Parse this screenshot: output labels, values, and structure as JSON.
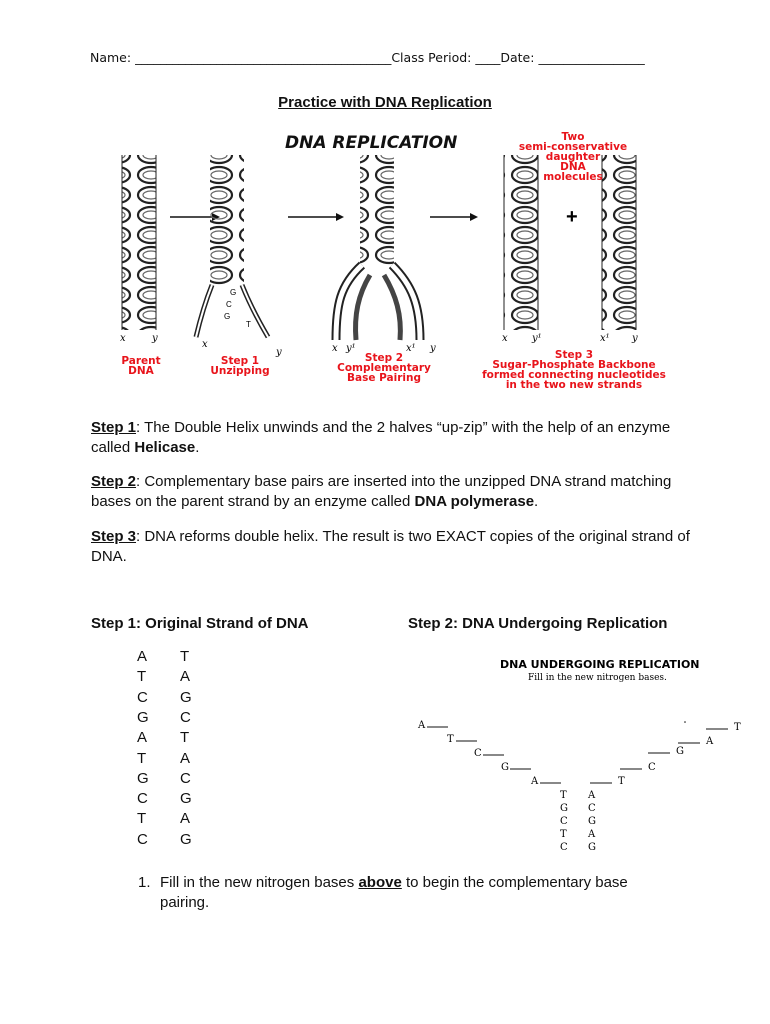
{
  "header": {
    "name_label": "Name:",
    "name_blank": "_________________________________________",
    "class_label": "Class Period:",
    "class_blank": "____",
    "date_label": "Date:",
    "date_blank": "_________________"
  },
  "title": "Practice with DNA Replication",
  "figure": {
    "title": "DNA REPLICATION",
    "daughter_label": [
      "Two",
      "semi-conservative",
      "daughter",
      "DNA",
      "molecules"
    ],
    "parent_label": [
      "Parent",
      "DNA"
    ],
    "step1_label": [
      "Step 1",
      "Unzipping"
    ],
    "step2_label": [
      "Step 2",
      "Complementary",
      "Base Pairing"
    ],
    "step3_label": [
      "Step 3",
      "Sugar-Phosphate Backbone",
      "formed connecting nucleotides",
      "in the two new strands"
    ],
    "plus": "+",
    "xy": {
      "x": "x",
      "y": "y",
      "x1": "x¹",
      "y1": "y¹"
    },
    "base_letters": {
      "g": "G",
      "c": "C",
      "t": "T"
    }
  },
  "steps": [
    {
      "label": "Step 1",
      "text_a": ": The Double Helix unwinds and the 2 halves “up-zip” with the help of an enzyme called ",
      "bold": "Helicase",
      "text_b": "."
    },
    {
      "label": "Step 2",
      "text_a": ": Complementary base pairs are inserted into the unzipped DNA strand matching bases on the parent strand by an enzyme called ",
      "bold": "DNA polymerase",
      "text_b": "."
    },
    {
      "label": "Step 3",
      "text_a": ": DNA reforms double helix.  The result is two EXACT copies of the original strand of DNA.",
      "bold": "",
      "text_b": ""
    }
  ],
  "original_strand": {
    "heading": "Step 1: Original Strand of DNA",
    "left": [
      "A",
      "T",
      "C",
      "G",
      "A",
      "T",
      "G",
      "C",
      "T",
      "C"
    ],
    "right": [
      "T",
      "A",
      "G",
      "C",
      "T",
      "A",
      "C",
      "G",
      "A",
      "G"
    ]
  },
  "replication": {
    "heading": "Step 2: DNA Undergoing Replication",
    "diagram_title": "DNA UNDERGOING REPLICATION",
    "diagram_subtitle": "Fill in the new nitrogen bases.",
    "left_bases": [
      "A",
      "T",
      "C",
      "G",
      "A"
    ],
    "right_bases": [
      "T",
      "A",
      "G",
      "C",
      "T"
    ],
    "stem_left": [
      "T",
      "G",
      "C",
      "T",
      "C"
    ],
    "stem_right": [
      "A",
      "C",
      "G",
      "A",
      "G"
    ]
  },
  "question": {
    "number": "1.",
    "text_a": "Fill in the new nitrogen bases ",
    "underlined": "above",
    "text_b": " to begin the complementary base pairing."
  }
}
